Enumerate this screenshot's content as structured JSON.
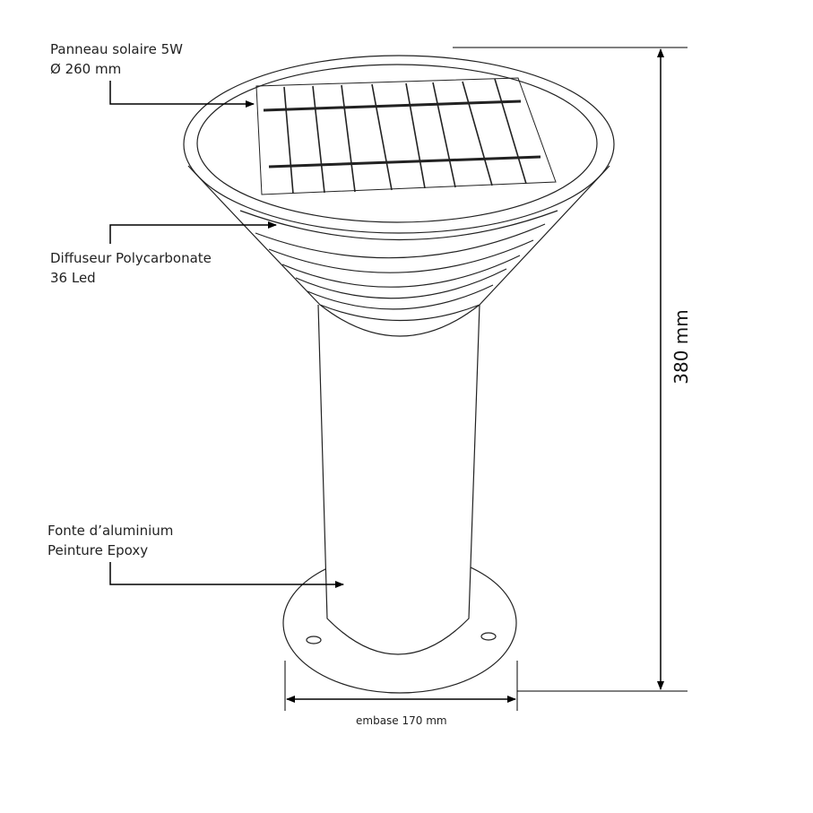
{
  "labels": {
    "panel_line1": "Panneau solaire 5W",
    "panel_line2": "Ø  260 mm",
    "diffuser_line1": "Diffuseur Polycarbonate",
    "diffuser_line2": "36 Led",
    "body_line1": "Fonte d’aluminium",
    "body_line2": "Peinture Epoxy"
  },
  "dimensions": {
    "height": "380 mm",
    "base": "embase 170 mm"
  }
}
